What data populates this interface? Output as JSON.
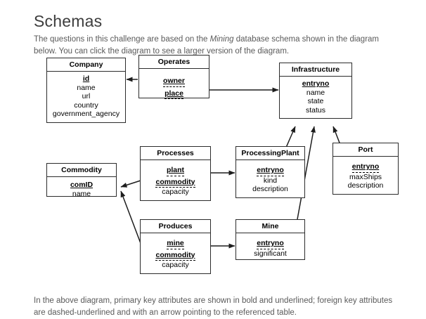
{
  "page": {
    "title": "Schemas",
    "intro_before": "The questions in this challenge are based on the ",
    "intro_em": "Mining",
    "intro_after": " database schema shown in the diagram below. You can click the diagram to see a larger version of the diagram.",
    "footer_note": "In the above diagram, primary key attributes are shown in bold and underlined; foreign key attributes are dashed-underlined and with an arrow pointing to the referenced table."
  },
  "diagram": {
    "tables": [
      {
        "name": "Company",
        "attributes": [
          {
            "text": "id",
            "kind": "pk"
          },
          {
            "text": "name",
            "kind": "plain"
          },
          {
            "text": "url",
            "kind": "plain"
          },
          {
            "text": "country",
            "kind": "plain"
          },
          {
            "text": "government_agency",
            "kind": "plain"
          }
        ]
      },
      {
        "name": "Operates",
        "attributes": [
          {
            "text": "owner",
            "kind": "pkfk"
          },
          {
            "text": "place",
            "kind": "pkfk"
          }
        ]
      },
      {
        "name": "Infrastructure",
        "attributes": [
          {
            "text": "entryno",
            "kind": "pk"
          },
          {
            "text": "name",
            "kind": "plain"
          },
          {
            "text": "state",
            "kind": "plain"
          },
          {
            "text": "status",
            "kind": "plain"
          }
        ]
      },
      {
        "name": "Commodity",
        "attributes": [
          {
            "text": "comID",
            "kind": "pk"
          },
          {
            "text": "name",
            "kind": "plain"
          }
        ]
      },
      {
        "name": "Processes",
        "attributes": [
          {
            "text": "plant",
            "kind": "pkfk"
          },
          {
            "text": "commodity",
            "kind": "pkfk"
          },
          {
            "text": "capacity",
            "kind": "plain"
          }
        ]
      },
      {
        "name": "ProcessingPlant",
        "attributes": [
          {
            "text": "entryno",
            "kind": "pkfk"
          },
          {
            "text": "kind",
            "kind": "plain"
          },
          {
            "text": "description",
            "kind": "plain"
          }
        ]
      },
      {
        "name": "Port",
        "attributes": [
          {
            "text": "entryno",
            "kind": "pkfk"
          },
          {
            "text": "maxShips",
            "kind": "plain"
          },
          {
            "text": "description",
            "kind": "plain"
          }
        ]
      },
      {
        "name": "Produces",
        "attributes": [
          {
            "text": "mine",
            "kind": "pkfk"
          },
          {
            "text": "commodity",
            "kind": "pkfk"
          },
          {
            "text": "capacity",
            "kind": "plain"
          }
        ]
      },
      {
        "name": "Mine",
        "attributes": [
          {
            "text": "entryno",
            "kind": "pkfk"
          },
          {
            "text": "significant",
            "kind": "plain"
          }
        ]
      }
    ],
    "relationships": [
      {
        "from": "Operates",
        "to": "Company"
      },
      {
        "from": "Operates",
        "to": "Infrastructure"
      },
      {
        "from": "Processes",
        "to": "Commodity"
      },
      {
        "from": "Processes",
        "to": "ProcessingPlant"
      },
      {
        "from": "ProcessingPlant",
        "to": "Infrastructure"
      },
      {
        "from": "Port",
        "to": "Infrastructure"
      },
      {
        "from": "Mine",
        "to": "Infrastructure"
      },
      {
        "from": "Produces",
        "to": "Commodity"
      },
      {
        "from": "Produces",
        "to": "Mine"
      }
    ]
  },
  "colors": {
    "box_border": "#2b2b2b",
    "text": "#000000",
    "body_text": "#5a5a5a",
    "background": "#ffffff"
  }
}
